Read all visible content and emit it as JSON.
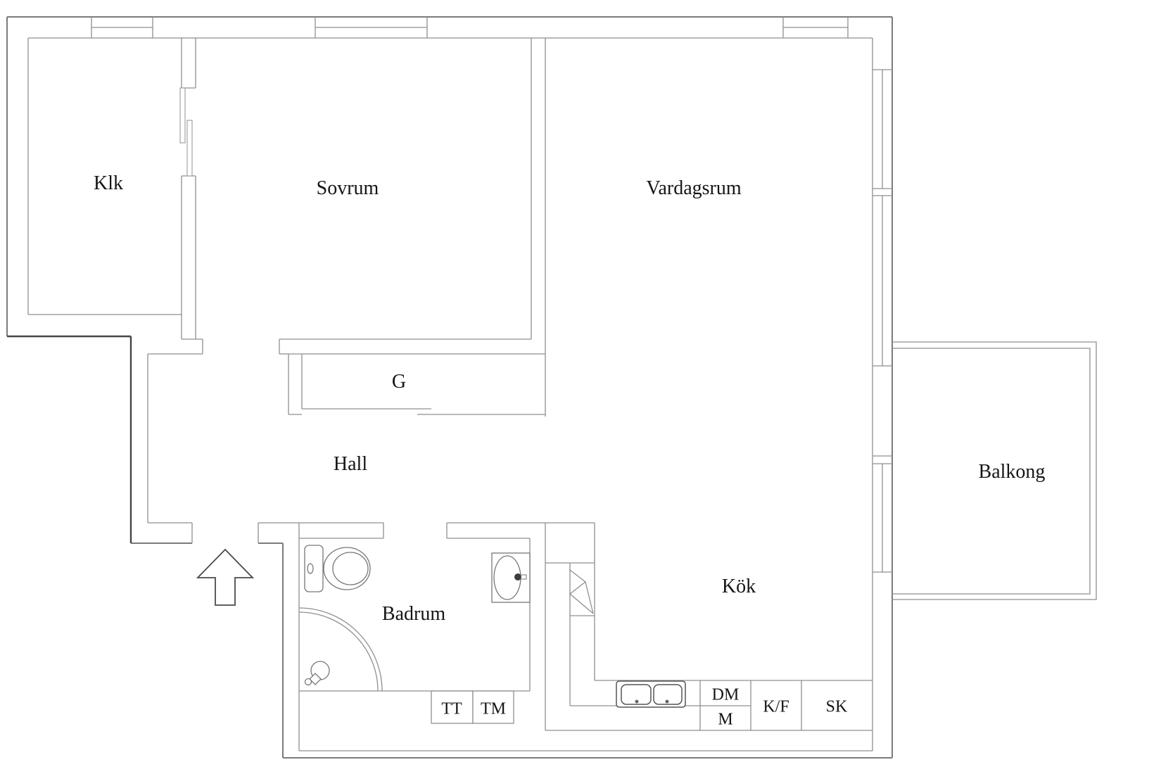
{
  "floorplan": {
    "rooms": {
      "klk": "Klk",
      "sovrum": "Sovrum",
      "vardagsrum": "Vardagsrum",
      "garderob": "G",
      "hall": "Hall",
      "badrum": "Badrum",
      "kok": "Kök",
      "balkong": "Balkong"
    },
    "units": {
      "tt": "TT",
      "tm": "TM",
      "dm": "DM",
      "m": "M",
      "kf": "K/F",
      "sk": "SK"
    },
    "colors": {
      "wall": "#8f8f8f",
      "outer": "#7b7b7b",
      "outer_dark": "#454545",
      "label": "#151515",
      "fixture": "#777777",
      "bg": "#ffffff"
    }
  }
}
